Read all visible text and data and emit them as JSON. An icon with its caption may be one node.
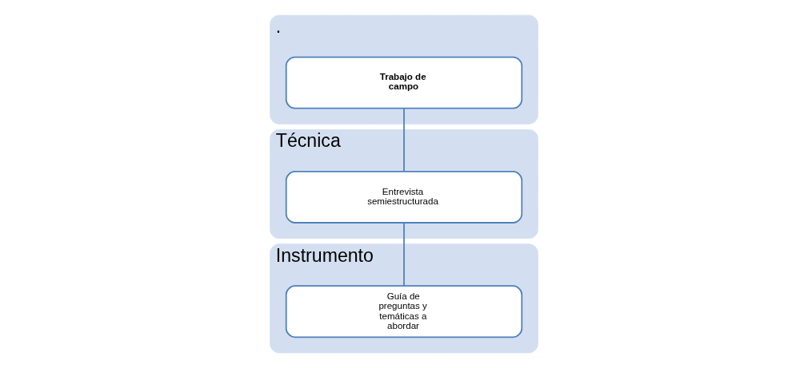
{
  "diagram": {
    "nodes": [
      {
        "text": [
          "."
        ]
      },
      {
        "text": [
          "Trabajo de campo"
        ],
        "in": 0
      },
      {
        "text": [
          "Técnica"
        ]
      },
      {
        "text": [
          "Entrevista semiestructurada"
        ],
        "in": 2
      },
      {
        "text": [
          "Instrumento"
        ]
      },
      {
        "text": [
          "Guía de preguntas y temáticas a abordar"
        ],
        "in": 4
      }
    ],
    "edges": [
      {
        "from": 1,
        "to": 3,
        "arrow": "none"
      },
      {
        "from": 3,
        "to": 5,
        "arrow": "none"
      }
    ]
  }
}
